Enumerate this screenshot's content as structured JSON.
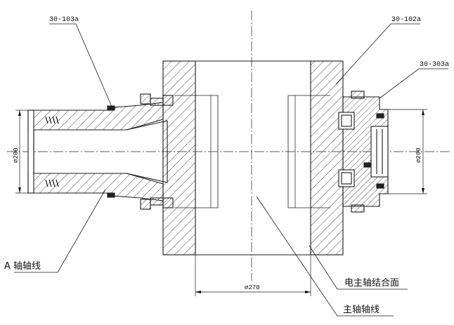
{
  "labels": {
    "part_left_top": "30-103a",
    "part_right_top": "30-102a",
    "part_right_mid": "30-303a",
    "axis_a": "A 轴轴线",
    "motor_spindle_face": "电主轴结合面",
    "spindle_axis": "主轴轴线"
  },
  "dimensions": {
    "left_diameter": "⌀200",
    "right_diameter": "⌀200",
    "bore_diameter": "⌀270"
  },
  "colors": {
    "line": "#1a1a1a",
    "hatch": "#333333"
  }
}
